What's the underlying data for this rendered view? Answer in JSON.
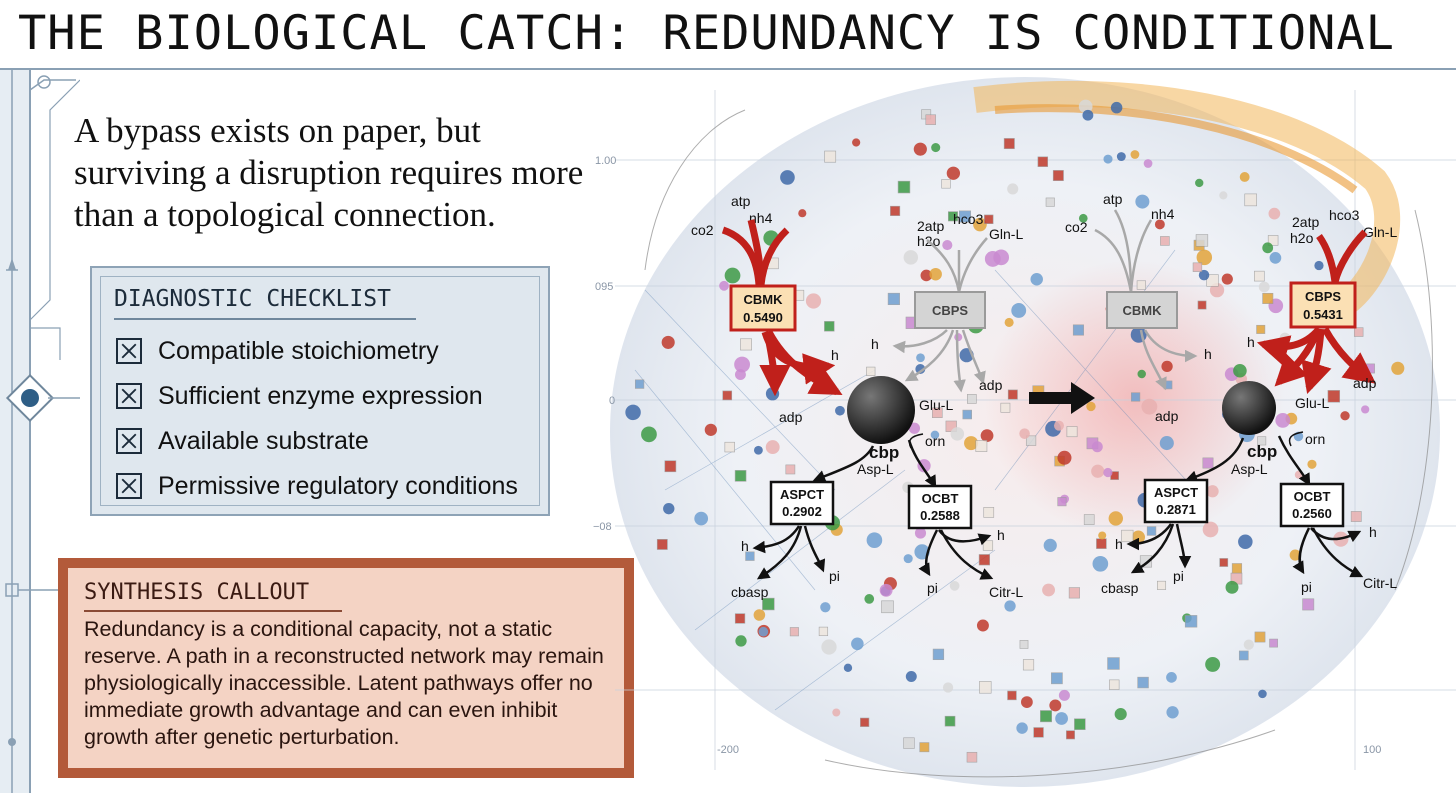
{
  "title": "THE BIOLOGICAL CATCH: REDUNDANCY IS CONDITIONAL",
  "intro": "A bypass exists on paper, but surviving a disruption requires more than a topological connection.",
  "checklist": {
    "title": "DIAGNOSTIC CHECKLIST",
    "items": [
      "Compatible stoichiometry",
      "Sufficient enzyme expression",
      "Available substrate",
      "Permissive regulatory conditions"
    ]
  },
  "callout": {
    "title": "SYNTHESIS CALLOUT",
    "text": "Redundancy is a conditional capacity, not a static reserve. A path in a reconstructed network may remain physiologically inaccessible. Latent pathways offer no immediate growth advantage and can even inhibit growth after genetic perturbation."
  },
  "axis": {
    "y_ticks": [
      "1.00",
      "095",
      "0",
      "−08"
    ],
    "x_ticks": [
      "-200",
      "100"
    ]
  },
  "left_panel": {
    "cbmk": {
      "name": "CBMK",
      "value": "0.5490"
    },
    "cbps": {
      "name": "CBPS"
    },
    "aspct": {
      "name": "ASPCT",
      "value": "0.2902"
    },
    "ocbt": {
      "name": "OCBT",
      "value": "0.2588"
    },
    "labels": {
      "atp": "atp",
      "nh4": "nh4",
      "co2": "co2",
      "atp2": "2atp",
      "h2o": "h2o",
      "hco3": "hco3",
      "gln": "Gln-L",
      "h_cbmk": "h",
      "adp_cbmk": "adp",
      "h_cbps": "h",
      "adp_cbps": "adp",
      "glu": "Glu-L",
      "cbp": "cbp",
      "asp": "Asp-L",
      "orn": "orn",
      "h_aspct": "h",
      "pi_aspct": "pi",
      "cbasp": "cbasp",
      "h_ocbt": "h",
      "pi_ocbt": "pi",
      "citr": "Citr-L"
    }
  },
  "right_panel": {
    "cbmk": {
      "name": "CBMK"
    },
    "cbps": {
      "name": "CBPS",
      "value": "0.5431"
    },
    "aspct": {
      "name": "ASPCT",
      "value": "0.2871"
    },
    "ocbt": {
      "name": "OCBT",
      "value": "0.2560"
    },
    "labels": {
      "atp": "atp",
      "nh4": "nh4",
      "co2": "co2",
      "atp2": "2atp",
      "h2o": "h2o",
      "hco3": "hco3",
      "gln": "Gln-L",
      "h_cbmk": "h",
      "adp_cbmk": "adp",
      "h_cbps": "h",
      "adp_cbps": "adp",
      "glu": "Glu-L",
      "cbp": "cbp",
      "asp": "Asp-L",
      "orn": "orn",
      "h_aspct": "h",
      "pi_aspct": "pi",
      "cbasp": "cbasp",
      "h_ocbt": "h",
      "pi_ocbt": "pi",
      "citr": "Citr-L"
    }
  },
  "colors": {
    "active_red": "#c0201b",
    "inactive_gray": "#a8a8a8",
    "checklist_bg": "#dfe7ee",
    "callout_border": "#b35a3a",
    "callout_bg": "#f4d3c4"
  }
}
